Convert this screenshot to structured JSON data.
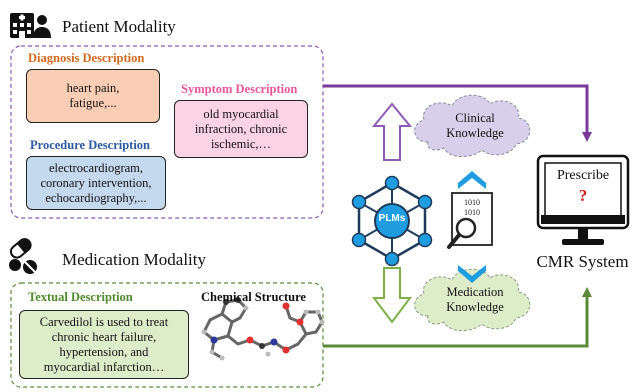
{
  "patient": {
    "title": "Patient Modality",
    "diagnosis": {
      "label": "Diagnosis Description",
      "text": "heart pain,\nfatigue,..."
    },
    "procedure": {
      "label": "Procedure Description",
      "text": "electrocardiogram,\ncoronary intervention,\nechocardiography,..."
    },
    "symptom": {
      "label": "Symptom Description",
      "text": "old myocardial\ninfraction, chronic\nischemic,…"
    }
  },
  "medication": {
    "title": "Medication Modality",
    "textual": {
      "label": "Textual Description",
      "text": "Carvedilol is used to treat\nchronic heart failure,\nhypertension, and\nmyocardial infarction…"
    },
    "chemical": {
      "label": "Chemical Structure"
    }
  },
  "center": {
    "plm_label": "PLMs",
    "clinical_knowledge": "Clinical\nKnowledge",
    "medication_knowledge": "Medication\nKnowledge",
    "code_text": "1010"
  },
  "system": {
    "screen_label": "Prescribe",
    "unknown_mark": "?",
    "name": "CMR System"
  },
  "colors": {
    "patient_border": "#8e5bb5",
    "medication_border": "#5d8a3a",
    "diagnosis_fill": "#f9ceb4",
    "diagnosis_label": "#d2691e",
    "procedure_fill": "#c5d9ee",
    "procedure_label": "#2c5aa0",
    "symptom_fill": "#fbd3e5",
    "symptom_label": "#e8559b",
    "textual_fill": "#ddecc9",
    "textual_label": "#4f8a2b",
    "cloud_fill": "#d8cfea",
    "plm_node": "#1f9de0",
    "arrow_purple": "#7a3a9a",
    "arrow_green": "#5d8a3a",
    "question_mark": "#d62020"
  }
}
